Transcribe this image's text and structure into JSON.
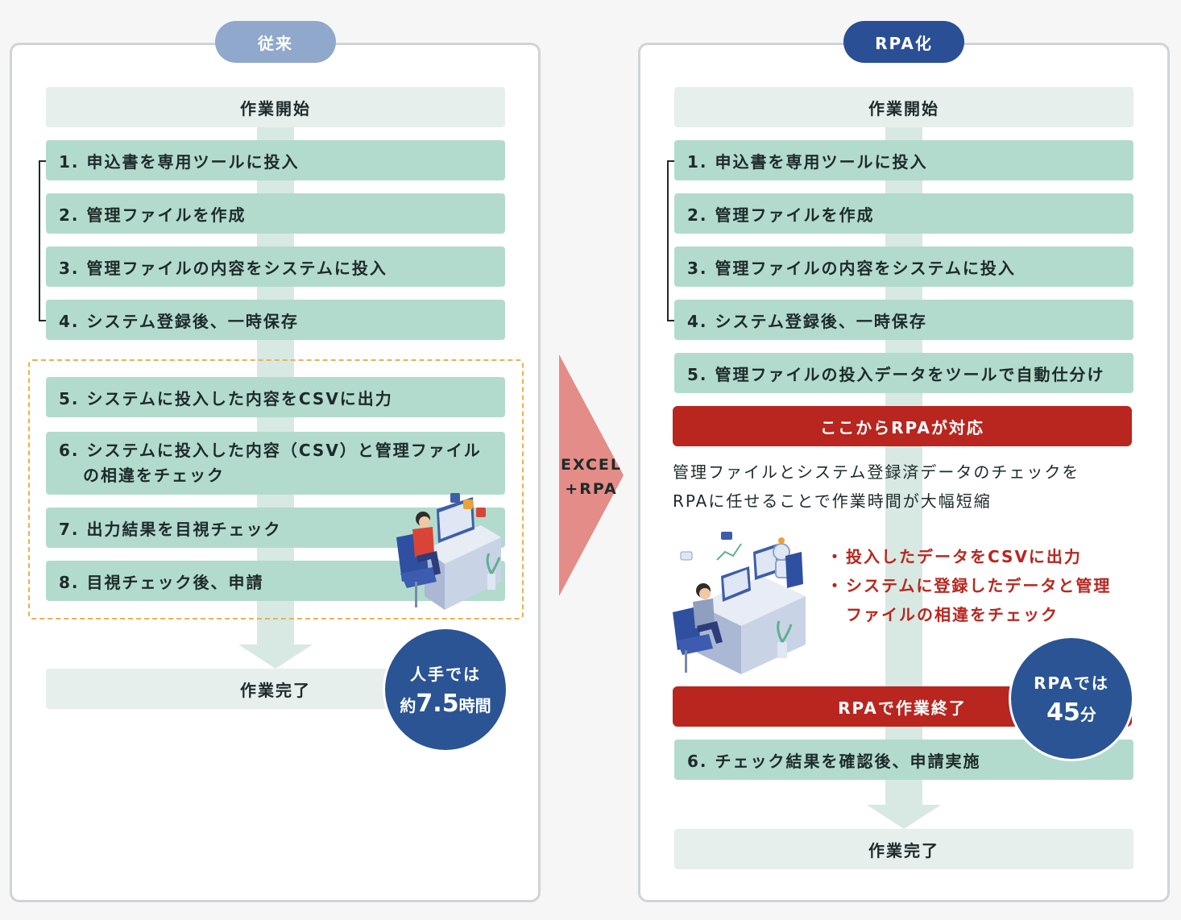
{
  "left": {
    "tab": "従来",
    "start": "作業開始",
    "steps": [
      "1. 申込書を専用ツールに投入",
      "2. 管理ファイルを作成",
      "3. 管理ファイルの内容をシステムに投入",
      "4. システム登録後、一時保存",
      "5. システムに投入した内容をCSVに出力",
      "6. システムに投入した内容（CSV）と管理ファイル",
      "7. 出力結果を目視チェック",
      "8. 目視チェック後、申請"
    ],
    "step6_line2": "の相違をチェック",
    "end": "作業完了",
    "badge": {
      "line1": "人手では",
      "prefix": "約",
      "value": "7.5",
      "unit": "時間"
    }
  },
  "center": {
    "line1": "EXCEL",
    "line2": "+RPA"
  },
  "right": {
    "tab": "RPA化",
    "start": "作業開始",
    "steps": [
      "1. 申込書を専用ツールに投入",
      "2. 管理ファイルを作成",
      "3. 管理ファイルの内容をシステムに投入",
      "4. システム登録後、一時保存",
      "5. 管理ファイルの投入データをツールで自動仕分け"
    ],
    "rpa_start": "ここからRPAが対応",
    "description": [
      "管理ファイルとシステム登録済データのチェックを",
      "RPAに任せることで作業時間が大幅短縮"
    ],
    "bullets": [
      "投入したデータをCSVに出力",
      "システムに登録したデータと管理",
      "ファイルの相違をチェック"
    ],
    "rpa_end": "RPAで作業終了",
    "step6": "6. チェック結果を確認後、申請実施",
    "end": "作業完了",
    "badge": {
      "line1": "RPAでは",
      "value": "45",
      "unit": "分"
    }
  },
  "colors": {
    "step_green": "#b2dbcd",
    "step_grey": "#e6efec",
    "rpa_red": "#b8261f",
    "badge_blue": "#2a5494",
    "tab_left": "#8fa8cb",
    "tab_right": "#2a4f95",
    "arrow_pink": "#e48c87",
    "dashed_yellow": "#e5b54c"
  }
}
